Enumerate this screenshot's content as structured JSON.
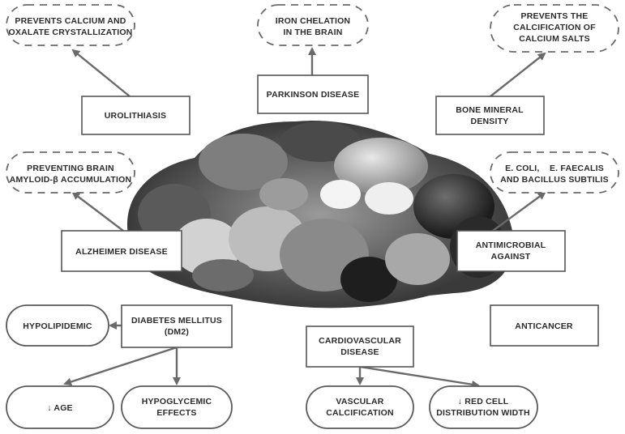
{
  "nodes": {
    "urolithiasis": "UROLITHIASIS",
    "urolithiasis_effect": [
      "PREVENTS CALCIUM AND",
      "OXALATE CRYSTALLIZATION"
    ],
    "parkinson": "PARKINSON DISEASE",
    "parkinson_effect": [
      "IRON CHELATION",
      "IN THE BRAIN"
    ],
    "bone": [
      "BONE MINERAL",
      "DENSITY"
    ],
    "bone_effect": [
      "PREVENTS THE",
      "CALCIFICATION OF",
      "CALCIUM SALTS"
    ],
    "alzheimer": "ALZHEIMER DISEASE",
    "alzheimer_effect": [
      "PREVENTING BRAIN",
      "AMYLOID-β ACCUMULATION"
    ],
    "antimicrobial": [
      "ANTIMICROBIAL",
      "AGAINST"
    ],
    "antimicrobial_effect": [
      "E. COLI,    E. FAECALIS",
      "AND BACILLUS SUBTILIS"
    ],
    "diabetes": [
      "DIABETES MELLITUS",
      "(DM2)"
    ],
    "hypolipidemic": "HYPOLIPIDEMIC",
    "age": "↓ AGE",
    "hypoglycemic": [
      "HYPOGLYCEMIC",
      "EFFECTS"
    ],
    "cardiovascular": [
      "CARDIOVASCULAR",
      "DISEASE"
    ],
    "vascular": [
      "VASCULAR",
      "CALCIFICATION"
    ],
    "rdw": [
      "↓ RED CELL",
      "DISTRIBUTION WIDTH"
    ],
    "anticancer": "ANTICANCER"
  }
}
